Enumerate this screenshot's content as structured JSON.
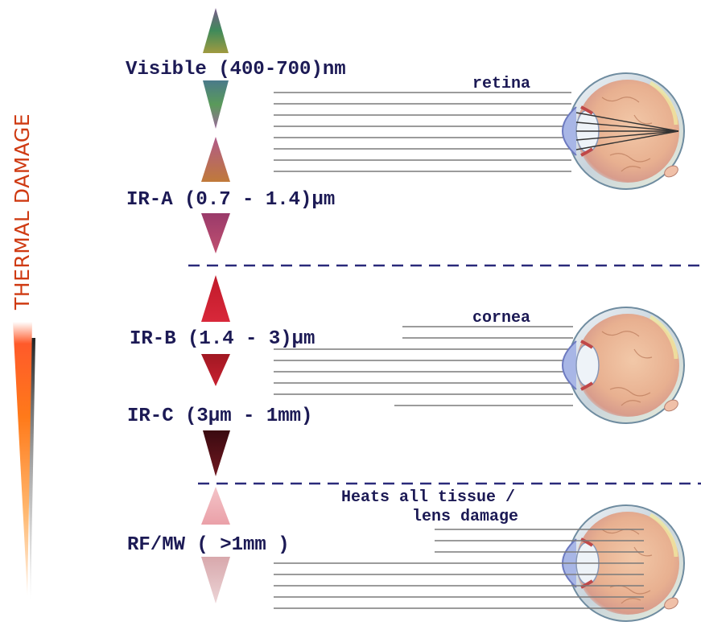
{
  "thermal_label": "THERMAL DAMAGE",
  "bands": [
    {
      "label": "Visible (400-700)nm"
    },
    {
      "label": "IR-A (0.7 - 1.4)µm"
    },
    {
      "label": "IR-B (1.4 - 3)µm"
    },
    {
      "label": "IR-C (3µm - 1mm)"
    },
    {
      "label": "RF/MW ( >1mm )"
    }
  ],
  "eye_labels": {
    "retina": "retina",
    "cornea": "cornea",
    "tissue_line1": "Heats all tissue /",
    "tissue_line2": "lens damage"
  },
  "colors": {
    "label_text": "#1c1a55",
    "thermal_text": "#cf3a12",
    "divider": "#2a2a7a",
    "sclera": "#c8d4dc",
    "iris": "#7c88c8"
  }
}
